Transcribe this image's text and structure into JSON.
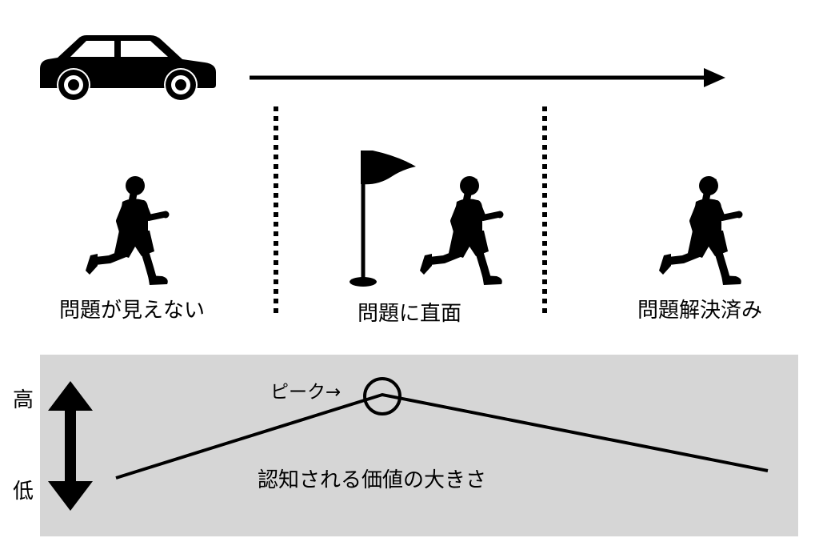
{
  "stages": [
    {
      "label": "問題が見えない"
    },
    {
      "label": "問題に直面"
    },
    {
      "label": "問題解決済み"
    }
  ],
  "value_panel": {
    "high_label": "高",
    "low_label": "低",
    "peak_label": "ピーク→",
    "caption": "認知される価値の大きさ"
  },
  "icons": {
    "vehicle": "car-icon",
    "person": "running-child-icon",
    "marker": "flag-icon",
    "progress": "right-arrow-icon",
    "scale": "up-down-arrow-icon"
  },
  "colors": {
    "ink": "#000000",
    "panel": "#d6d6d6",
    "background": "#ffffff"
  }
}
